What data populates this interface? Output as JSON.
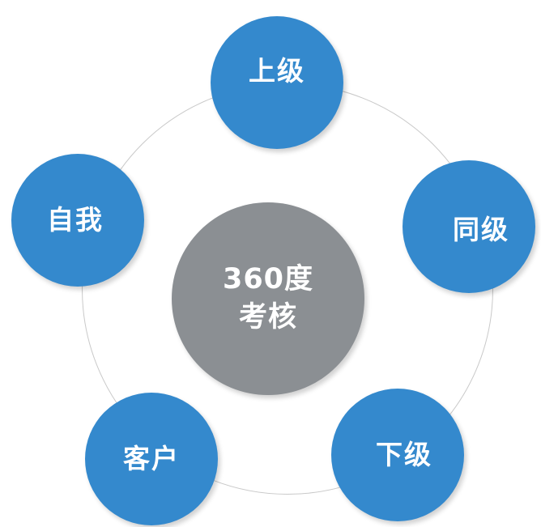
{
  "center": {
    "line1": "360度",
    "line2": "考核"
  },
  "nodes": {
    "superior": "上级",
    "peer": "同级",
    "subordinate": "下级",
    "customer": "客户",
    "self": "自我"
  },
  "colors": {
    "outer_node": "#3489cd",
    "center_node": "#8b8f93",
    "ring": "#c9c9c9",
    "text": "#ffffff"
  }
}
